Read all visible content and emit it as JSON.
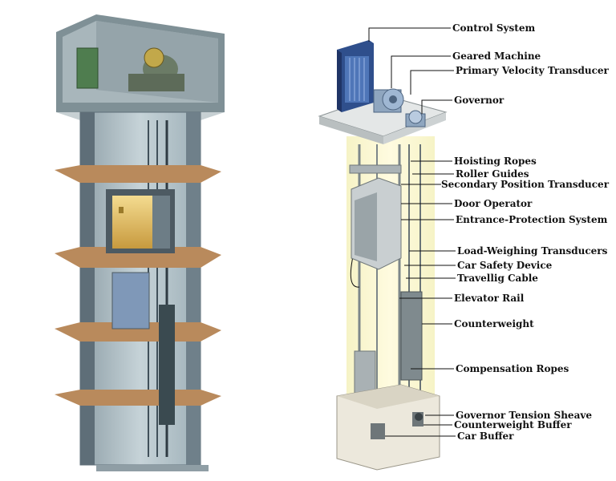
{
  "labels": [
    "Control System",
    "Geared Machine",
    "Primary Velocity Transducer",
    "Governor",
    "Hoisting Ropes",
    "Roller Guides",
    "Secondary Position Transducer",
    "Door Operator",
    "Entrance-Protection System",
    "Load-Weighing Transducers",
    "Car Safety Device",
    "Travellig Cable",
    "Elevator Rail",
    "Counterweight",
    "Compensation Ropes",
    "Governor Tension Sheave",
    "Counterweight Buffer",
    "Car Buffer"
  ],
  "colors": {
    "shaft_wall": "#b9c6cc",
    "shaft_dark": "#5e6e78",
    "floor_slab": "#b98a5c",
    "machine_room": "#9aa8ad",
    "car_interior": "#e8c873",
    "control_cabinet": "#3f5f9c",
    "label_text": "#111111"
  }
}
